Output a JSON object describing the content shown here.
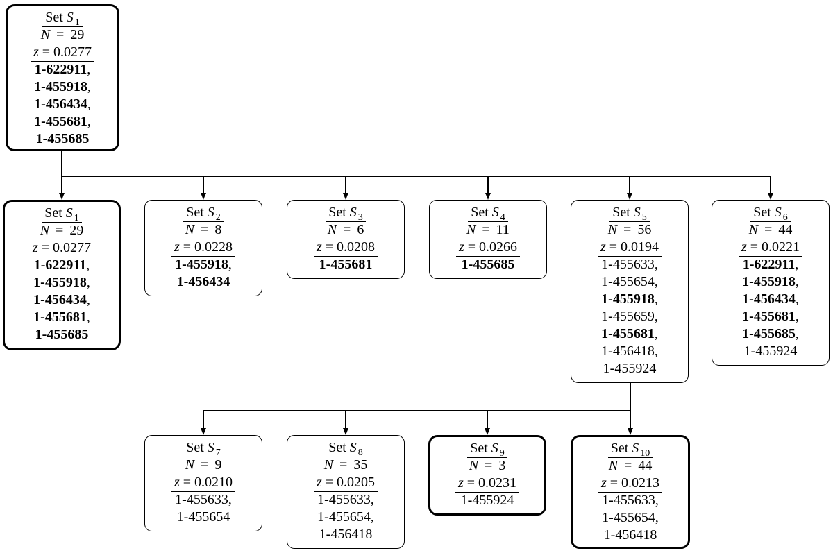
{
  "diagram": {
    "type": "tree",
    "background_color": "#ffffff",
    "line_color": "#000000",
    "symbols": {
      "equals": "=",
      "separator": ","
    },
    "nodes": [
      {
        "id": "s1-root",
        "set_prefix": "Set",
        "set_symbol": "S",
        "set_index": "1",
        "n_symbol": "N",
        "n_value": "29",
        "z_symbol": "z",
        "z_value": "0.0277",
        "emphasized": true,
        "items": [
          {
            "id": "1-622911",
            "bold": true
          },
          {
            "id": "1-455918",
            "bold": true
          },
          {
            "id": "1-456434",
            "bold": true
          },
          {
            "id": "1-455681",
            "bold": true
          },
          {
            "id": "1-455685",
            "bold": true
          }
        ]
      },
      {
        "id": "s1",
        "set_prefix": "Set",
        "set_symbol": "S",
        "set_index": "1",
        "n_symbol": "N",
        "n_value": "29",
        "z_symbol": "z",
        "z_value": "0.0277",
        "emphasized": true,
        "items": [
          {
            "id": "1-622911",
            "bold": true
          },
          {
            "id": "1-455918",
            "bold": true
          },
          {
            "id": "1-456434",
            "bold": true
          },
          {
            "id": "1-455681",
            "bold": true
          },
          {
            "id": "1-455685",
            "bold": true
          }
        ]
      },
      {
        "id": "s2",
        "set_prefix": "Set",
        "set_symbol": "S",
        "set_index": "2",
        "n_symbol": "N",
        "n_value": "8",
        "z_symbol": "z",
        "z_value": "0.0228",
        "emphasized": false,
        "items": [
          {
            "id": "1-455918",
            "bold": true
          },
          {
            "id": "1-456434",
            "bold": true
          }
        ]
      },
      {
        "id": "s3",
        "set_prefix": "Set",
        "set_symbol": "S",
        "set_index": "3",
        "n_symbol": "N",
        "n_value": "6",
        "z_symbol": "z",
        "z_value": "0.0208",
        "emphasized": false,
        "items": [
          {
            "id": "1-455681",
            "bold": true
          }
        ]
      },
      {
        "id": "s4",
        "set_prefix": "Set",
        "set_symbol": "S",
        "set_index": "4",
        "n_symbol": "N",
        "n_value": "11",
        "z_symbol": "z",
        "z_value": "0.0266",
        "emphasized": false,
        "items": [
          {
            "id": "1-455685",
            "bold": true
          }
        ]
      },
      {
        "id": "s5",
        "set_prefix": "Set",
        "set_symbol": "S",
        "set_index": "5",
        "n_symbol": "N",
        "n_value": "56",
        "z_symbol": "z",
        "z_value": "0.0194",
        "emphasized": false,
        "items": [
          {
            "id": "1-455633",
            "bold": false
          },
          {
            "id": "1-455654",
            "bold": false
          },
          {
            "id": "1-455918",
            "bold": true
          },
          {
            "id": "1-455659",
            "bold": false
          },
          {
            "id": "1-455681",
            "bold": true
          },
          {
            "id": "1-456418",
            "bold": false
          },
          {
            "id": "1-455924",
            "bold": false
          }
        ]
      },
      {
        "id": "s6",
        "set_prefix": "Set",
        "set_symbol": "S",
        "set_index": "6",
        "n_symbol": "N",
        "n_value": "44",
        "z_symbol": "z",
        "z_value": "0.0221",
        "emphasized": false,
        "items": [
          {
            "id": "1-622911",
            "bold": true
          },
          {
            "id": "1-455918",
            "bold": true
          },
          {
            "id": "1-456434",
            "bold": true
          },
          {
            "id": "1-455681",
            "bold": true
          },
          {
            "id": "1-455685",
            "bold": true
          },
          {
            "id": "1-455924",
            "bold": false
          }
        ]
      },
      {
        "id": "s7",
        "set_prefix": "Set",
        "set_symbol": "S",
        "set_index": "7",
        "n_symbol": "N",
        "n_value": "9",
        "z_symbol": "z",
        "z_value": "0.0210",
        "emphasized": false,
        "items": [
          {
            "id": "1-455633",
            "bold": false
          },
          {
            "id": "1-455654",
            "bold": false
          }
        ]
      },
      {
        "id": "s8",
        "set_prefix": "Set",
        "set_symbol": "S",
        "set_index": "8",
        "n_symbol": "N",
        "n_value": "35",
        "z_symbol": "z",
        "z_value": "0.0205",
        "emphasized": false,
        "items": [
          {
            "id": "1-455633",
            "bold": false
          },
          {
            "id": "1-455654",
            "bold": false
          },
          {
            "id": "1-456418",
            "bold": false
          }
        ]
      },
      {
        "id": "s9",
        "set_prefix": "Set",
        "set_symbol": "S",
        "set_index": "9",
        "n_symbol": "N",
        "n_value": "3",
        "z_symbol": "z",
        "z_value": "0.0231",
        "emphasized": true,
        "items": [
          {
            "id": "1-455924",
            "bold": false
          }
        ]
      },
      {
        "id": "s10",
        "set_prefix": "Set",
        "set_symbol": "S",
        "set_index": "10",
        "n_symbol": "N",
        "n_value": "44",
        "z_symbol": "z",
        "z_value": "0.0213",
        "emphasized": true,
        "items": [
          {
            "id": "1-455633",
            "bold": false
          },
          {
            "id": "1-455654",
            "bold": false
          },
          {
            "id": "1-456418",
            "bold": false
          }
        ]
      }
    ],
    "edges": [
      {
        "from": "s1-root",
        "to": [
          "s1",
          "s2",
          "s3",
          "s4",
          "s5",
          "s6"
        ]
      },
      {
        "from": "s5",
        "to": [
          "s7",
          "s8",
          "s9",
          "s10"
        ]
      }
    ]
  }
}
